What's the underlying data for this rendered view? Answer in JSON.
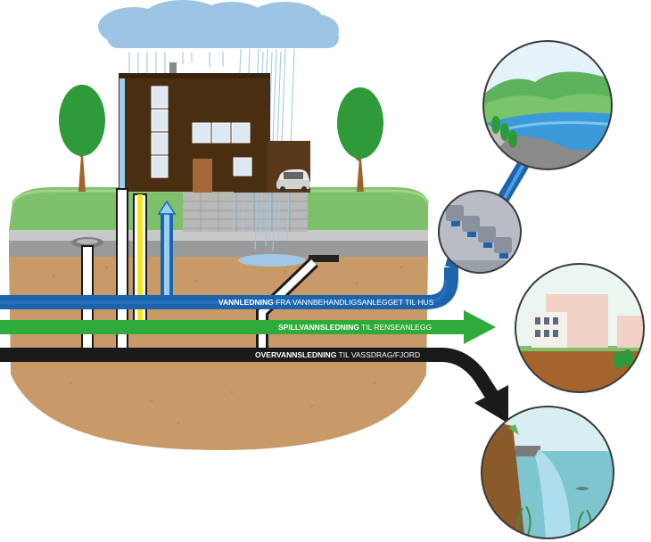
{
  "labels": {
    "water_main": {
      "bold": "VANNLEDNING",
      "rest": " FRA VANNBEHANDLIGSANLEGGET TIL HUS"
    },
    "sewer": {
      "bold": "SPILLVANNSLEDNING",
      "rest": " TIL RENSEANLEGG"
    },
    "storm": {
      "bold": "OVERVANNSLEDNING",
      "rest": " TIL VASSDRAG/FJORD"
    }
  },
  "colors": {
    "water_pipe": "#1d64ad",
    "sewer_pipe": "#2eab3a",
    "storm_pipe": "#1a1a1a",
    "soil": "#c79a67",
    "grass": "#7fc06c",
    "house": "#4a2e12",
    "cloud": "#9ec4e3",
    "rain": "#9fc8e6"
  },
  "icons": [
    "cloud-icon",
    "tree-icon",
    "house-icon",
    "car-icon",
    "reservoir-icon",
    "treatment-plant-icon",
    "fjord-icon"
  ]
}
